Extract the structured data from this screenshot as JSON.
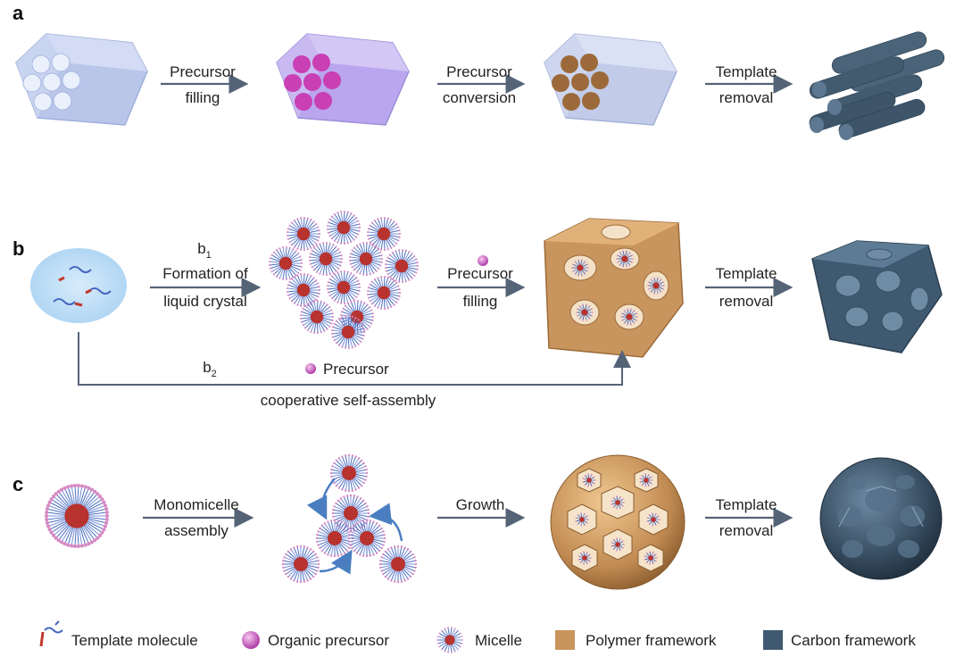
{
  "panels": {
    "a": {
      "letter": "a",
      "step1": {
        "line1": "Precursor",
        "line2": "filling"
      },
      "step2": {
        "line1": "Precursor",
        "line2": "conversion"
      },
      "step3": {
        "line1": "Template",
        "line2": "removal"
      }
    },
    "b": {
      "letter": "b",
      "b1": {
        "label": "b",
        "sub": "1",
        "line1": "Formation of",
        "line2": "liquid crystal"
      },
      "step2": {
        "line1": "Precursor",
        "line2": "filling"
      },
      "step3": {
        "line1": "Template",
        "line2": "removal"
      },
      "b2": {
        "label": "b",
        "sub": "2",
        "precursor": "Precursor",
        "bottom": "cooperative self-assembly"
      }
    },
    "c": {
      "letter": "c",
      "step1": {
        "line1": "Monomicelle",
        "line2": "assembly"
      },
      "step2": {
        "line1": "Growth"
      },
      "step3": {
        "line1": "Template",
        "line2": "removal"
      }
    }
  },
  "legend": {
    "template_molecule": "Template molecule",
    "organic_precursor": "Organic precursor",
    "micelle": "Micelle",
    "polymer_framework": "Polymer framework",
    "carbon_framework": "Carbon framework"
  },
  "colors": {
    "template_blue": "#c5cff0",
    "precursor_magenta": "#c93fb4",
    "precursor_purple": "#b89be8",
    "converted_brown": "#9c6a3a",
    "polymer": "#c9955e",
    "carbon": "#3f5a70",
    "arrow": "#556377",
    "micelle_core": "#b8322e",
    "micelle_chain": "#4b6fc1"
  }
}
